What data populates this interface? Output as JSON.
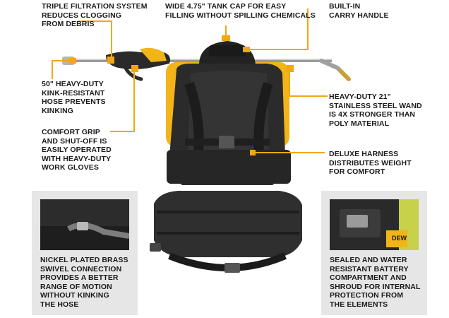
{
  "colors": {
    "callout_line": "#f3a712",
    "label_text": "#1a1a1a",
    "panel_bg": "#e6e6e6",
    "tank_yellow": "#f2b418",
    "harness_black": "#2b2b2b"
  },
  "callouts": {
    "filtration": [
      "TRIPLE FILTRATION SYSTEM",
      "REDUCES CLOGGING",
      "FROM DEBRIS"
    ],
    "tank_cap": [
      "WIDE 4.75\" TANK CAP FOR EASY",
      "FILLING WITHOUT SPILLING CHEMICALS"
    ],
    "carry_handle": [
      "BUILT-IN",
      "CARRY HANDLE"
    ],
    "hose": [
      "50\" HEAVY-DUTY",
      "KINK-RESISTANT",
      "HOSE PREVENTS",
      "KINKING"
    ],
    "wand": [
      "HEAVY-DUTY 21\"",
      "STAINLESS STEEL WAND",
      "IS 4X STRONGER THAN",
      "POLY MATERIAL"
    ],
    "grip": [
      "COMFORT GRIP",
      "AND SHUT-OFF IS",
      "EASILY OPERATED",
      "WITH HEAVY-DUTY",
      "WORK GLOVES"
    ],
    "harness": [
      "DELUXE HARNESS",
      "DISTRIBUTES WEIGHT",
      "FOR COMFORT"
    ]
  },
  "panels": {
    "swivel": [
      "NICKEL PLATED BRASS",
      "SWIVEL CONNECTION",
      "PROVIDES A BETTER",
      "RANGE OF MOTION",
      "WITHOUT KINKING",
      "THE HOSE"
    ],
    "battery": [
      "SEALED AND WATER",
      "RESISTANT BATTERY",
      "COMPARTMENT AND",
      "SHROUD FOR INTERNAL",
      "PROTECTION FROM",
      "THE ELEMENTS"
    ]
  },
  "battery_brand_fragment": "DEW"
}
